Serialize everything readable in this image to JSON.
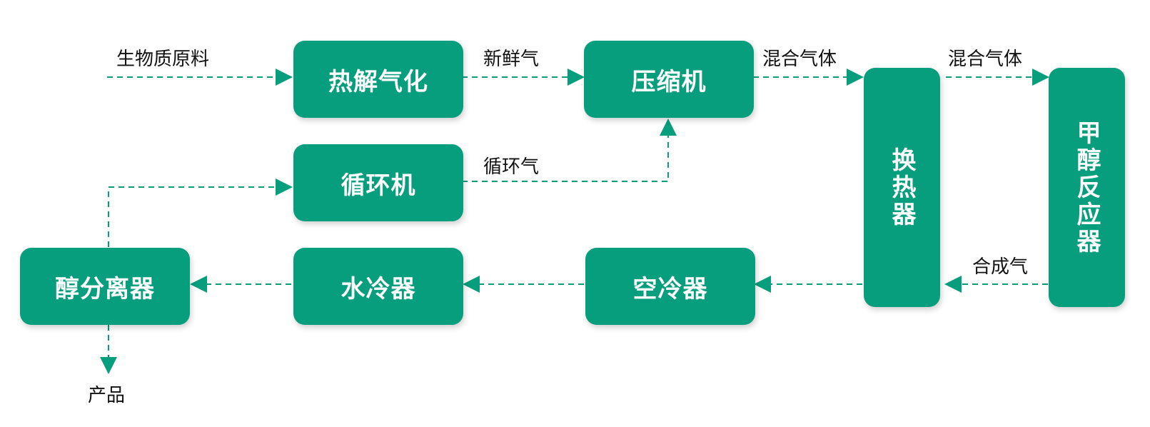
{
  "nodes": {
    "pyrolysis": "热解气化",
    "compressor": "压缩机",
    "heat_exchanger": "换热器",
    "methanol_reactor": "甲醇反应器",
    "recycler": "循环机",
    "alcohol_separator": "醇分离器",
    "water_cooler": "水冷器",
    "air_cooler": "空冷器"
  },
  "edges": {
    "biomass_feed": "生物质原料",
    "fresh_gas": "新鲜气",
    "mixed_gas_1": "混合气体",
    "mixed_gas_2": "混合气体",
    "recycle_gas": "循环气",
    "syngas": "合成气",
    "product": "产品"
  },
  "colors": {
    "box": "#069e7d",
    "line": "#069e7d",
    "text": "#111111"
  }
}
